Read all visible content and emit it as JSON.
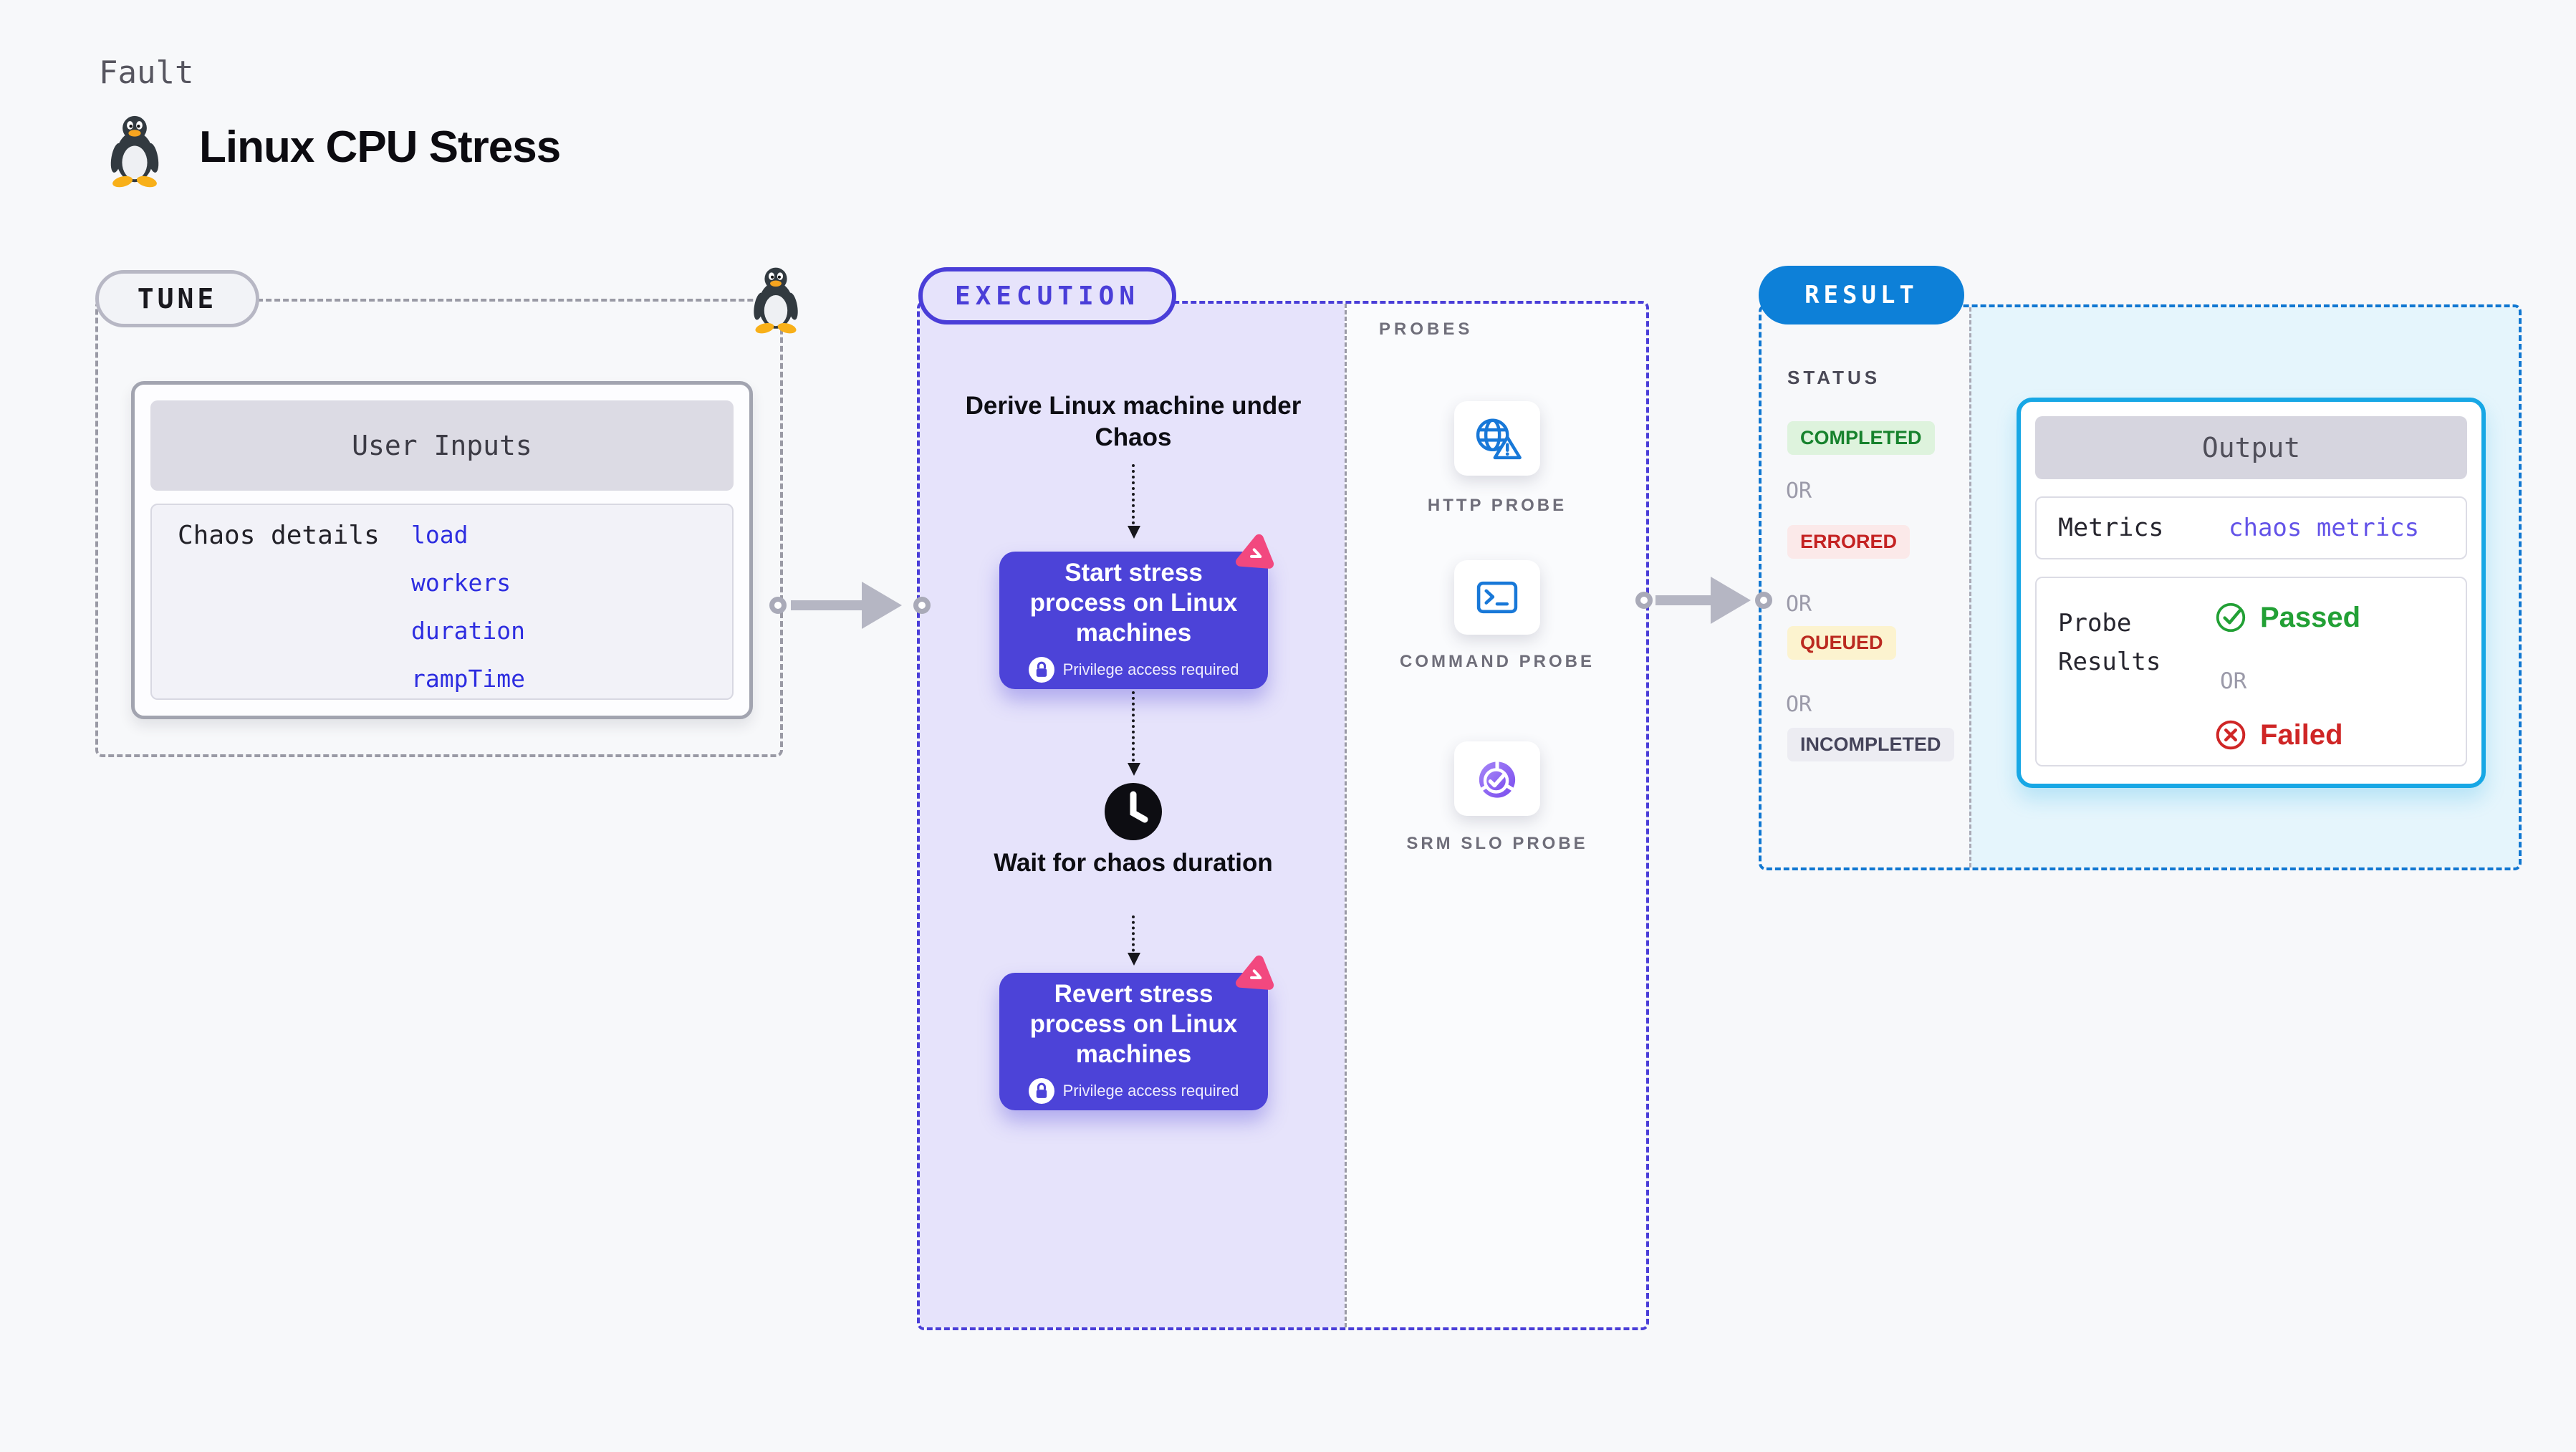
{
  "header": {
    "kicker": "Fault",
    "title": "Linux CPU Stress"
  },
  "tune": {
    "badge": "TUNE",
    "table_header": "User Inputs",
    "row_label": "Chaos details",
    "inputs": [
      "load",
      "workers",
      "duration",
      "rampTime"
    ]
  },
  "execution": {
    "badge": "EXECUTION",
    "derive_label": "Derive Linux machine under Chaos",
    "steps": [
      {
        "label": "Start stress process on Linux machines",
        "note": "Privilege access required"
      },
      {
        "label": "Revert stress process on Linux machines",
        "note": "Privilege access required"
      }
    ],
    "wait_label": "Wait for chaos duration"
  },
  "probes": {
    "heading": "PROBES",
    "items": [
      {
        "label": "HTTP PROBE",
        "icon": "globe-alert-icon"
      },
      {
        "label": "COMMAND PROBE",
        "icon": "terminal-icon"
      },
      {
        "label": "SRM SLO PROBE",
        "icon": "slo-donut-icon"
      }
    ]
  },
  "result": {
    "badge": "RESULT",
    "status_heading": "STATUS",
    "or_label": "OR",
    "statuses": [
      {
        "label": "COMPLETED",
        "tone": "green"
      },
      {
        "label": "ERRORED",
        "tone": "red"
      },
      {
        "label": "QUEUED",
        "tone": "yellow"
      },
      {
        "label": "INCOMPLETED",
        "tone": "gray"
      }
    ],
    "output": {
      "header": "Output",
      "metrics_label": "Metrics",
      "metrics_value": "chaos metrics",
      "probe_results_label": "Probe Results",
      "or_label": "OR",
      "passed_label": "Passed",
      "failed_label": "Failed"
    }
  },
  "colors": {
    "accent_purple": "#4c43d8",
    "accent_pink": "#f2487f",
    "result_blue": "#0d80d8",
    "output_border_blue": "#17a7e5",
    "link_blue": "#2d2de0",
    "metrics_purple": "#6353e8",
    "passed_green": "#22a035",
    "failed_red": "#cf2626",
    "probe_icon_blue": "#1878d8"
  }
}
